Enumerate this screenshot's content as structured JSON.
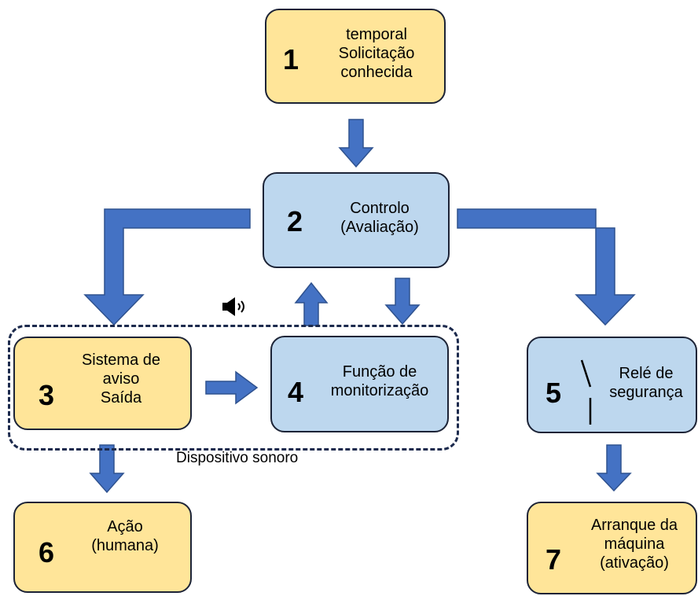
{
  "boxes": {
    "b1": {
      "number": "1",
      "lines": [
        "temporal",
        "Solicitação",
        "conhecida"
      ]
    },
    "b2": {
      "number": "2",
      "lines": [
        "Controlo",
        "(Avaliação)"
      ]
    },
    "b3": {
      "number": "3",
      "lines": [
        "Sistema de",
        "aviso",
        "Saída"
      ]
    },
    "b4": {
      "number": "4",
      "lines": [
        "Função de",
        "monitorização"
      ]
    },
    "b5": {
      "number": "5",
      "lines": [
        "Relé de",
        "segurança"
      ]
    },
    "b6": {
      "number": "6",
      "lines": [
        "Ação",
        "(humana)"
      ]
    },
    "b7": {
      "number": "7",
      "lines": [
        "Arranque da",
        "máquina",
        "(ativação)"
      ]
    }
  },
  "group_caption": "Dispositivo sonoro",
  "icons": {
    "speaker": "speaker-volume-icon",
    "relay": "relay-switch-icon"
  },
  "colors": {
    "yellow_box": "#ffe599",
    "blue_box": "#bdd7ee",
    "arrow": "#4472c4",
    "arrow_outline": "#2f528f",
    "border": "#1c2336"
  }
}
